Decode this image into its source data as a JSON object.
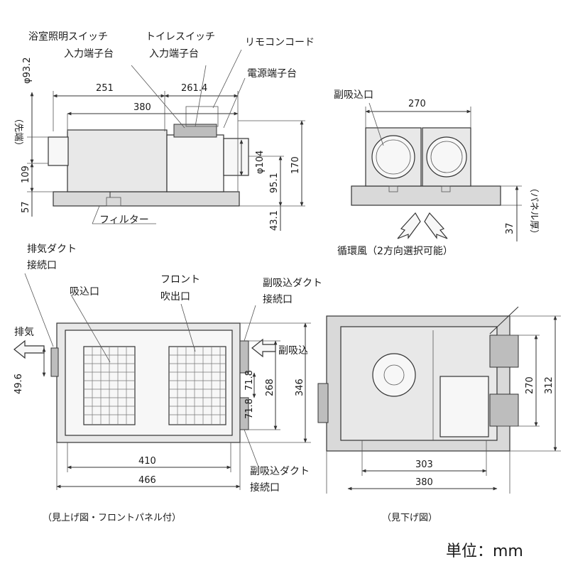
{
  "labels": {
    "bath_switch_line1": "浴室照明スイッチ",
    "bath_switch_line2": "入力端子台",
    "toilet_switch_line1": "トイレスイッチ",
    "toilet_switch_line2": "入力端子台",
    "remote_cord": "リモコンコード",
    "power_terminal": "電源端子台",
    "sub_intake": "副吸込口",
    "filter": "フィルター",
    "tip_dia": "（先端）",
    "tip_dia_val": "φ93.2",
    "panel_thickness": "（パネル厚）",
    "circulation": "循環風（2方向選択可能）",
    "exhaust_duct_line1": "排気ダクト",
    "exhaust_duct_line2": "接続口",
    "exhaust": "排気",
    "intake": "吸込口",
    "front_outlet_line1": "フロント",
    "front_outlet_line2": "吹出口",
    "sub_intake_duct_line1": "副吸込ダクト",
    "sub_intake_duct_line2": "接続口",
    "sub_intake_short": "副吸込",
    "sub_intake_duct2_line1": "副吸込ダクト",
    "sub_intake_duct2_line2": "接続口",
    "caption_bottom_up": "（見上げ図・フロントパネル付）",
    "caption_top_down": "（見下げ図）",
    "unit": "単位：mm"
  },
  "dims": {
    "d251": "251",
    "d261_4": "261.4",
    "d380_top": "380",
    "d109": "109",
    "d57": "57",
    "d104": "φ104",
    "d95_1": "95.1",
    "d170": "170",
    "d43_1": "43.1",
    "d270_top": "270",
    "d37": "37",
    "d49_6": "49.6",
    "d71_8a": "71.8",
    "d71_8b": "71.8",
    "d268": "268",
    "d346": "346",
    "d410": "410",
    "d466": "466",
    "d270_right": "270",
    "d312": "312",
    "d303": "303",
    "d380_bottom": "380"
  }
}
